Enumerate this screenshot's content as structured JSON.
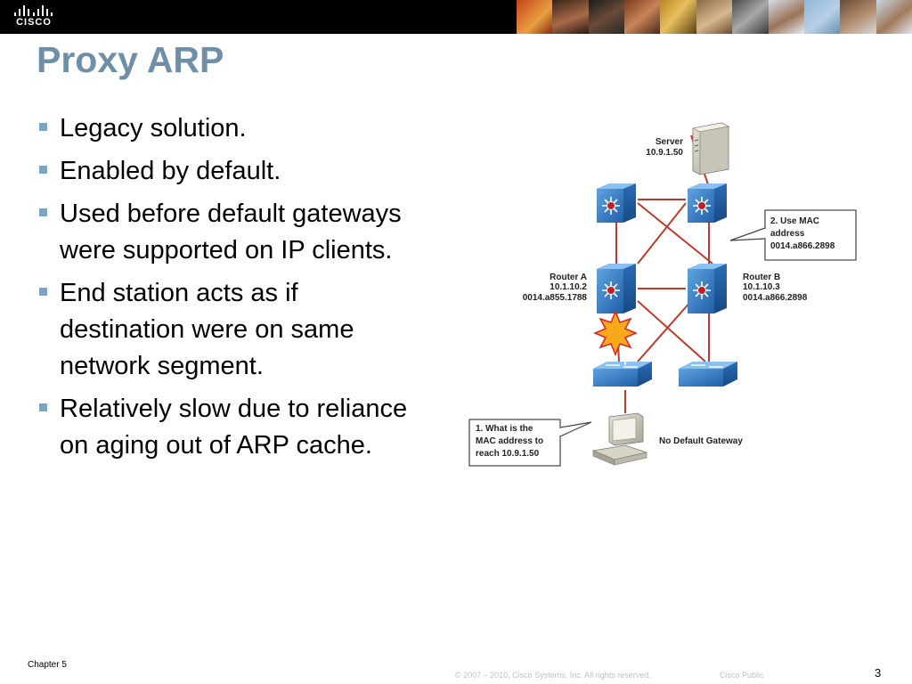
{
  "logo": {
    "wordmark": "CISCO"
  },
  "slide": {
    "title": "Proxy ARP",
    "bullets": [
      "Legacy solution.",
      "Enabled by default.",
      "Used before default gateways were supported on IP clients.",
      "End station acts as if destination were on same network segment.",
      "Relatively slow due to reliance on aging out of ARP cache."
    ]
  },
  "diagram": {
    "server": {
      "name": "Server",
      "ip": "10.9.1.50"
    },
    "router_a": {
      "name": "Router A",
      "ip": "10.1.10.2",
      "mac": "0014.a855.1788"
    },
    "router_b": {
      "name": "Router B",
      "ip": "10.1.10.3",
      "mac": "0014.a866.2898"
    },
    "callout_mac": {
      "line1": "2. Use MAC",
      "line2": "address",
      "line3": "0014.a866.2898"
    },
    "callout_question": {
      "line1": "1. What is the",
      "line2": "MAC address to",
      "line3": "reach 10.9.1.50"
    },
    "client_label": "No Default Gateway",
    "colors": {
      "device_blue": "#2f78c4",
      "link_red": "#c0392b",
      "router_core": "#c41e1e",
      "burst_orange": "#f7a81b"
    }
  },
  "footer": {
    "chapter": "Chapter 5",
    "copyright": "© 2007 – 2010, Cisco Systems, Inc. All rights reserved.",
    "classification": "Cisco Public",
    "page": "3"
  }
}
